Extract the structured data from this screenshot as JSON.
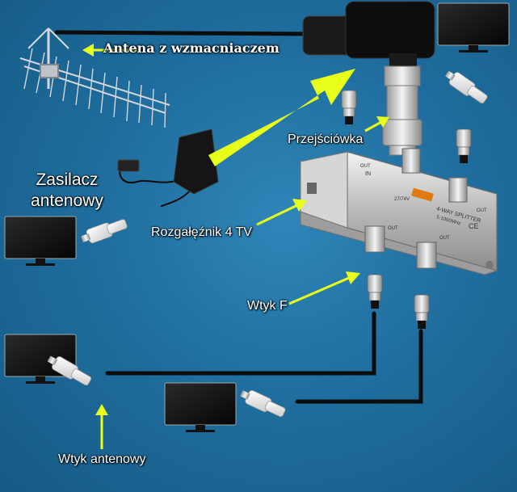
{
  "labels": {
    "antenna": "Antena z wzmacniaczem",
    "adapter": "Przejściówka",
    "power_supply_line1": "Zasilacz",
    "power_supply_line2": "antenowy",
    "splitter": "Rozgałęźnik 4 TV",
    "f_connector": "Wtyk F",
    "tv_plug": "Wtyk antenowy"
  },
  "splitter_markings": {
    "input": "IN",
    "output": "OUT",
    "model": "4-WAY SPLITTER",
    "frequency": "5-1000MHz",
    "voltage": "27/74V",
    "certification": "CE"
  },
  "colors": {
    "background": "#1f6e9f",
    "arrow": "#e8ff1a",
    "cable": "#111111",
    "label_text": "#ffffff"
  }
}
